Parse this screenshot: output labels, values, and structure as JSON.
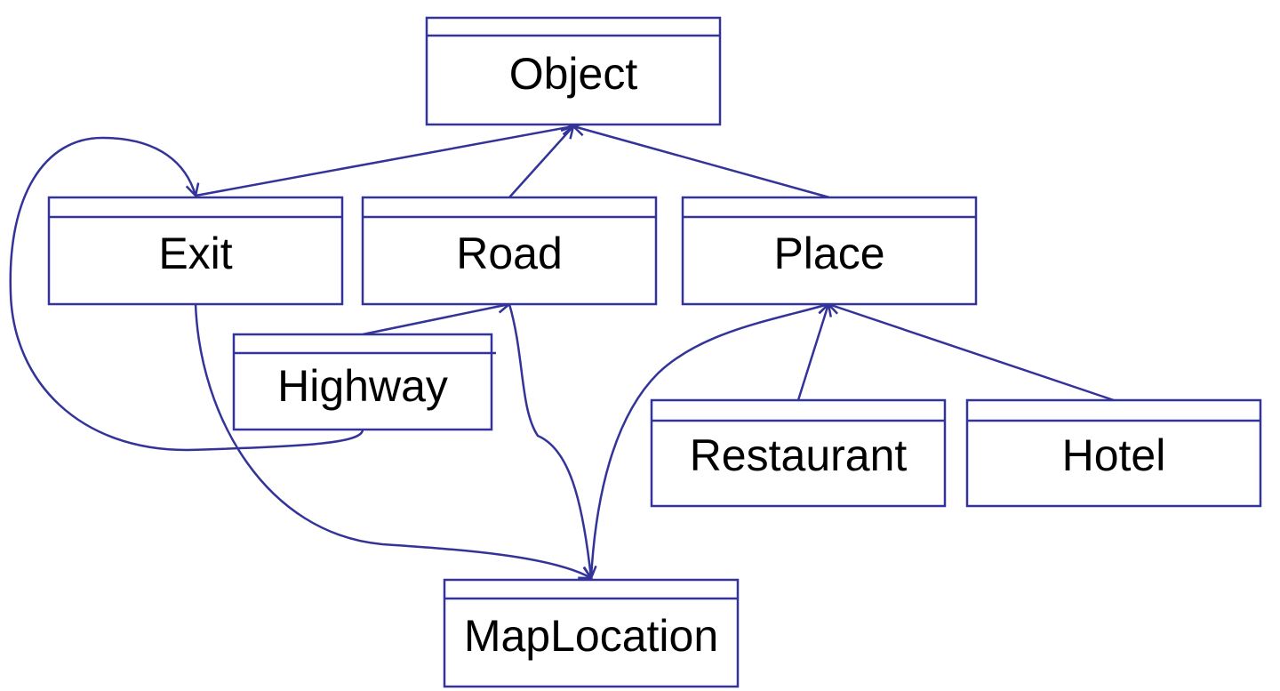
{
  "colors": {
    "stroke": "#333399",
    "text": "#000000",
    "background": "#ffffff"
  },
  "classes": {
    "object": "Object",
    "exit": "Exit",
    "road": "Road",
    "place": "Place",
    "highway": "Highway",
    "restaurant": "Restaurant",
    "hotel": "Hotel",
    "maplocation": "MapLocation"
  }
}
